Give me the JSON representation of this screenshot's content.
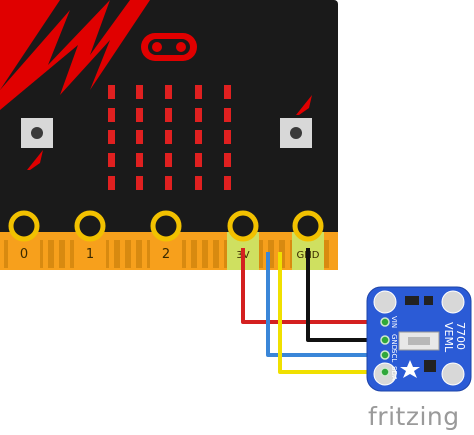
{
  "microbit": {
    "pins": [
      {
        "label": "0"
      },
      {
        "label": "1"
      },
      {
        "label": "2"
      },
      {
        "label": "3V"
      },
      {
        "label": "GND"
      }
    ],
    "colors": {
      "board": "#1a1a1a",
      "led": "#e02020",
      "accent": "#e00000",
      "edge": "#f7a01c",
      "pad_gold": "#f2c100"
    }
  },
  "sensor": {
    "title_line1": "VEML",
    "title_line2": "7700",
    "pins": [
      {
        "label": "VIN"
      },
      {
        "label": "GND"
      },
      {
        "label": "SCL"
      },
      {
        "label": "SDA"
      }
    ],
    "colors": {
      "board": "#2b5bd6",
      "pad": "#d8d8d8"
    }
  },
  "wires": [
    {
      "name": "3V-to-VIN",
      "color": "#d42020"
    },
    {
      "name": "GND-to-GND",
      "color": "#111111"
    },
    {
      "name": "SCL",
      "color": "#3a86d8"
    },
    {
      "name": "SDA",
      "color": "#f0e000"
    }
  ],
  "logo": {
    "text": "fritzing"
  }
}
